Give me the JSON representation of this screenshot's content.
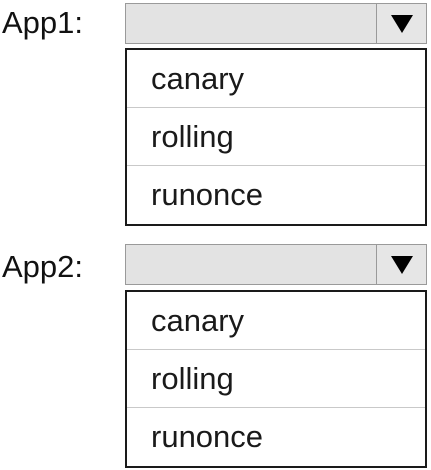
{
  "app1": {
    "label": "App1:",
    "selected": "",
    "options": [
      "canary",
      "rolling",
      "runonce"
    ]
  },
  "app2": {
    "label": "App2:",
    "selected": "",
    "options": [
      "canary",
      "rolling",
      "runonce"
    ]
  },
  "icons": {
    "dropdown_arrow": "triangle-down-icon"
  },
  "colors": {
    "select_bg": "#e3e3e3",
    "list_border": "#1a1a1a",
    "divider": "#c9c9c9"
  }
}
